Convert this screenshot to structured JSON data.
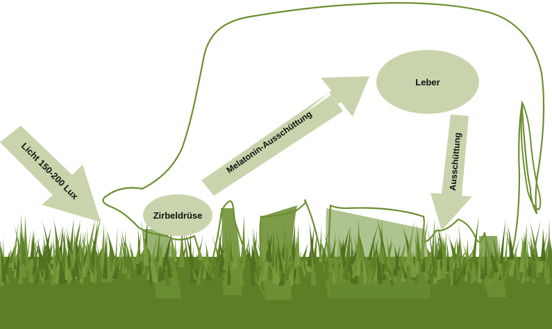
{
  "labels": {
    "light": "Licht 150-200 Lux",
    "melatonin": "Melatonin-Ausschüttung",
    "secretion": "Ausschüttung",
    "pineal": "Zirbeldrüse",
    "liver": "Leber"
  },
  "colors": {
    "outline": "#6b8e2e",
    "node_fill": "#c9d4ad",
    "arrow_fill": "#c9d4ad",
    "grass_dark": "#5c7f26",
    "grass_mid": "#6e9134",
    "text": "#111111",
    "background": "#ffffff"
  },
  "nodes": [
    {
      "id": "pineal",
      "label_key": "pineal",
      "shape": "ellipse"
    },
    {
      "id": "liver",
      "label_key": "liver",
      "shape": "ellipse"
    }
  ],
  "arrows": [
    {
      "id": "light",
      "from": "outside",
      "to": "pineal",
      "label_key": "light"
    },
    {
      "id": "melatonin",
      "from": "pineal",
      "to": "liver",
      "label_key": "melatonin"
    },
    {
      "id": "secretion",
      "from": "liver",
      "to": "udder",
      "label_key": "secretion"
    }
  ],
  "figure": {
    "subject": "cow-grazing-outline",
    "ground": "grass"
  }
}
